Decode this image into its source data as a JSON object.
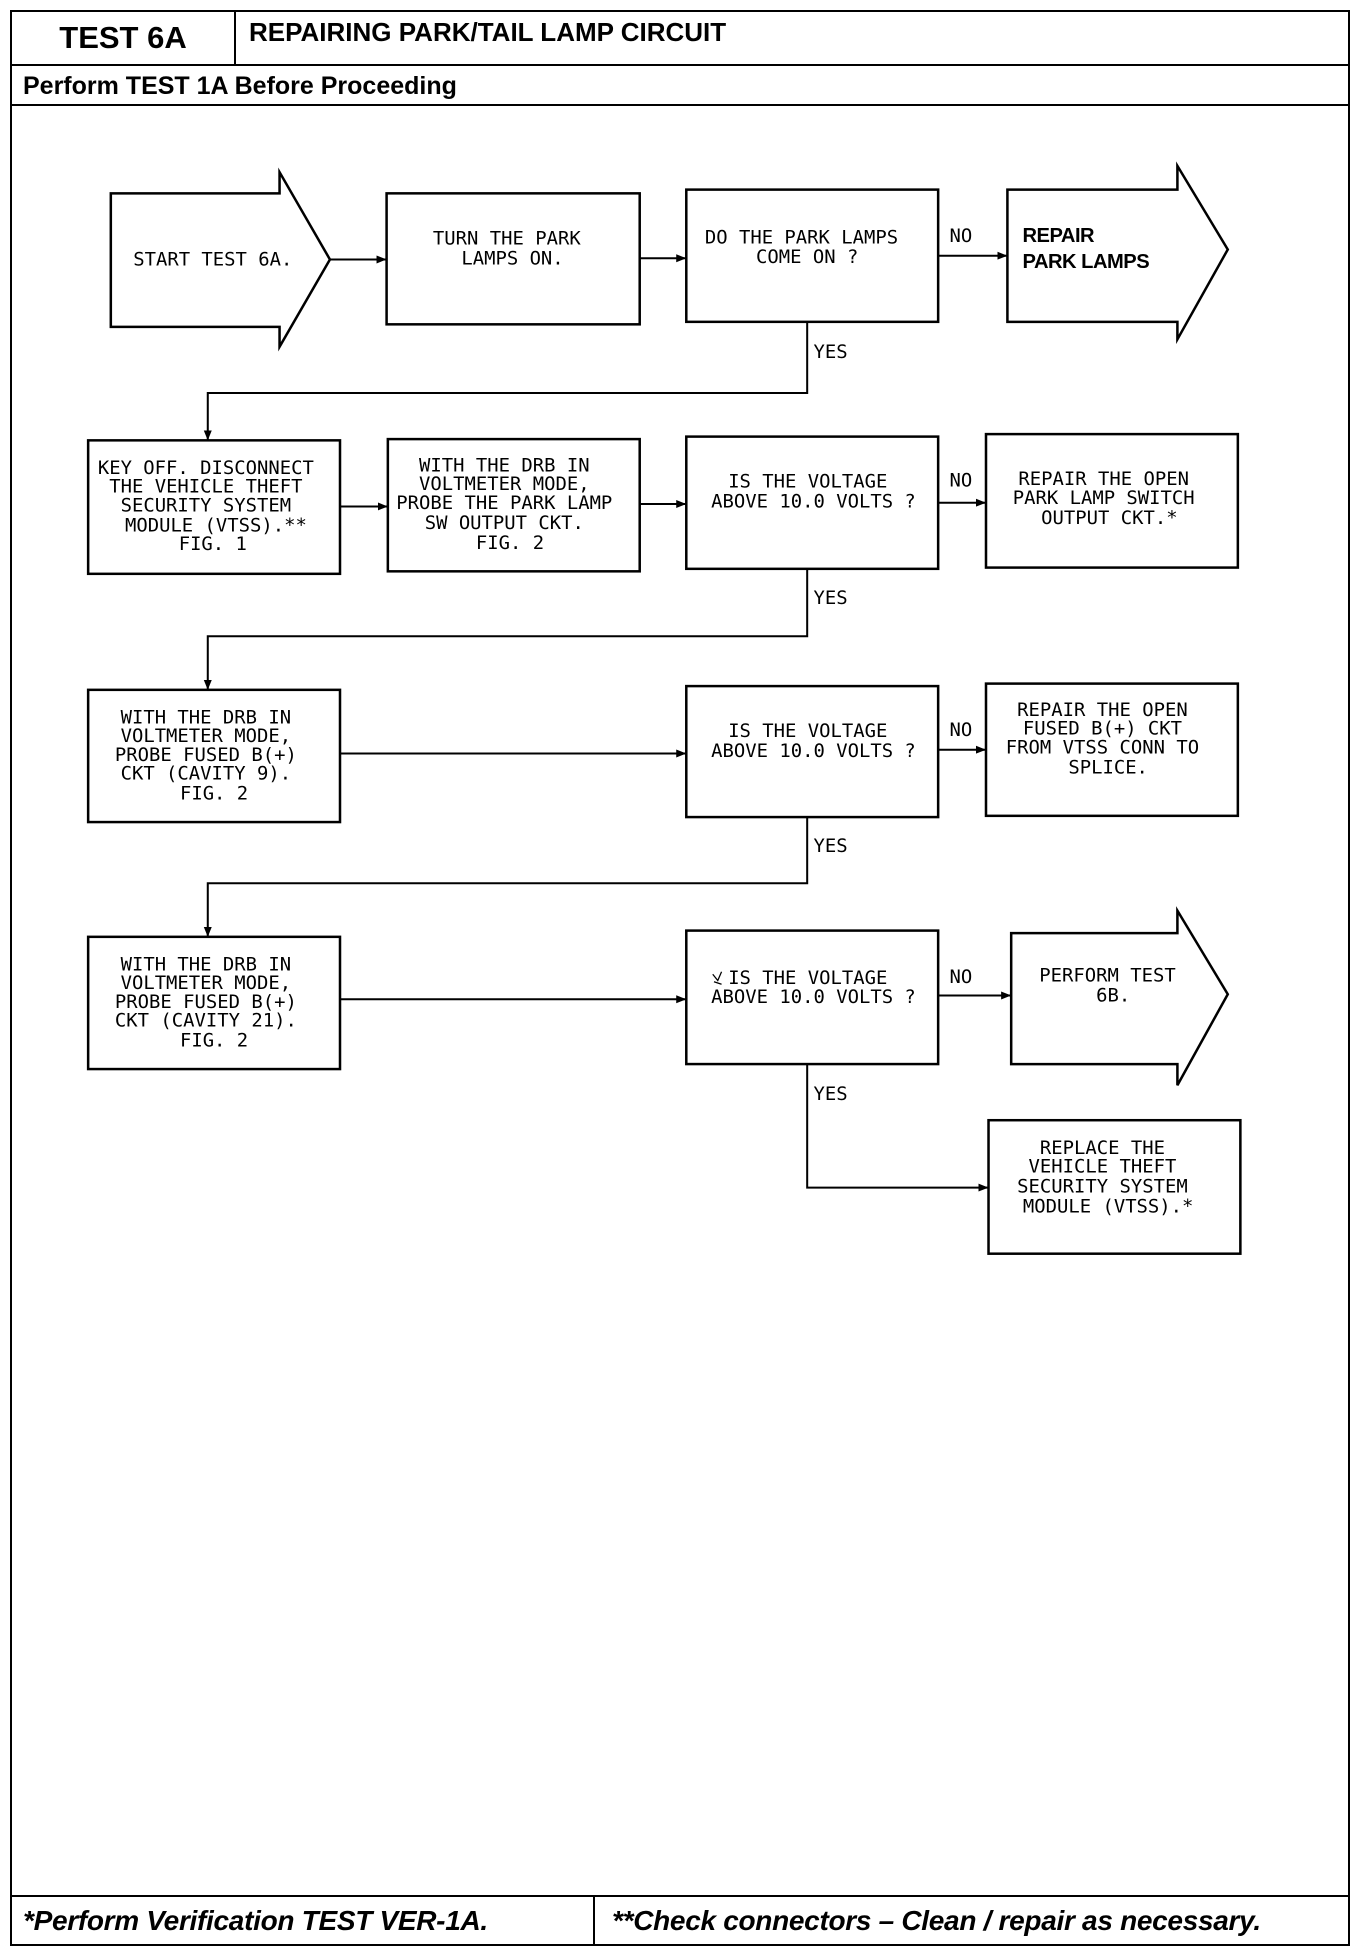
{
  "header": {
    "test_id": "TEST 6A",
    "title": "REPAIRING PARK/TAIL LAMP CIRCUIT",
    "prerequisite": "Perform TEST 1A Before Proceeding"
  },
  "flowchart": {
    "labels": {
      "yes": "YES",
      "no": "NO"
    },
    "start": {
      "lines": [
        "START TEST 6A."
      ]
    },
    "turn_on": {
      "lines": [
        "TURN THE PARK",
        "LAMPS ON."
      ]
    },
    "q1": {
      "lines": [
        "DO THE PARK LAMPS",
        "COME ON ?"
      ]
    },
    "repair_lamps": {
      "lines": [
        "REPAIR",
        "PARK LAMPS"
      ]
    },
    "key_off": {
      "lines": [
        "KEY OFF. DISCONNECT",
        "THE VEHICLE THEFT",
        "SECURITY SYSTEM",
        "MODULE (VTSS).**",
        "FIG. 1"
      ]
    },
    "probe_switch": {
      "lines": [
        "WITH THE DRB IN",
        "VOLTMETER MODE,",
        "PROBE THE PARK LAMP",
        "SW OUTPUT CKT.",
        "FIG. 2"
      ]
    },
    "q2": {
      "lines": [
        "IS THE VOLTAGE",
        "ABOVE 10.0 VOLTS ?"
      ]
    },
    "repair_switch": {
      "lines": [
        "REPAIR THE OPEN",
        "PARK LAMP SWITCH",
        "OUTPUT CKT.*"
      ]
    },
    "probe_cavity9": {
      "lines": [
        "WITH THE DRB IN",
        "VOLTMETER MODE,",
        "PROBE FUSED B(+)",
        "CKT (CAVITY 9).",
        "FIG. 2"
      ]
    },
    "q3": {
      "lines": [
        "IS THE VOLTAGE",
        "ABOVE 10.0 VOLTS ?"
      ]
    },
    "repair_fused": {
      "lines": [
        "REPAIR THE OPEN",
        "FUSED B(+) CKT",
        "FROM VTSS CONN TO",
        "SPLICE."
      ]
    },
    "probe_cavity21": {
      "lines": [
        "WITH THE DRB IN",
        "VOLTMETER MODE,",
        "PROBE FUSED B(+)",
        "CKT (CAVITY 21).",
        "FIG. 2"
      ]
    },
    "q4": {
      "lines": [
        "IS THE VOLTAGE",
        "ABOVE 10.0 VOLTS ?"
      ]
    },
    "perform_6b": {
      "lines": [
        "PERFORM TEST",
        "6B."
      ]
    },
    "replace_vtss": {
      "lines": [
        "REPLACE THE",
        "VEHICLE THEFT",
        "SECURITY SYSTEM",
        "MODULE (VTSS).*"
      ]
    }
  },
  "footer": {
    "note_verification": "*Perform Verification TEST VER-1A.",
    "note_connectors": "**Check connectors – Clean / repair as necessary."
  }
}
